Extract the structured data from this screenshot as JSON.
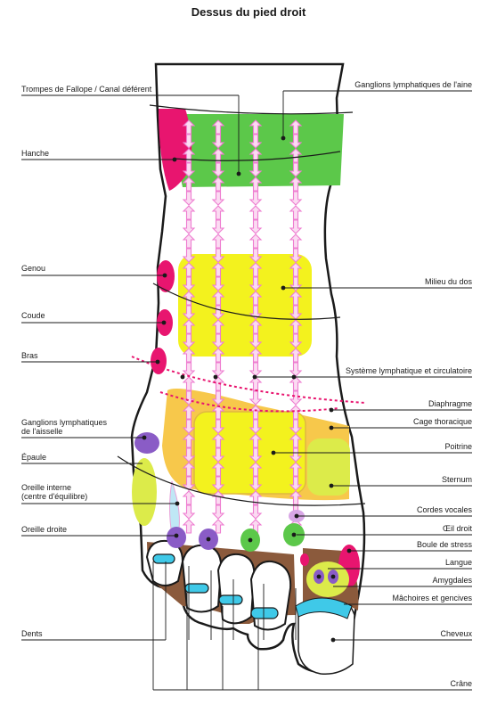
{
  "title": "Dessus du pied droit",
  "labels_left": {
    "fallope": "Trompes de Fallope / Canal déférent",
    "hanche": "Hanche",
    "genou": "Genou",
    "coude": "Coude",
    "bras": "Bras",
    "aisselle_1": "Ganglions lymphatiques",
    "aisselle_2": "de l'aisselle",
    "epaule": "Épaule",
    "oreille_interne_1": "Oreille interne",
    "oreille_interne_2": "(centre d'équilibre)",
    "oreille_droite": "Oreille droite",
    "dents": "Dents"
  },
  "labels_right": {
    "aine": "Ganglions lymphatiques de l'aine",
    "milieu_dos": "Milieu du dos",
    "lymphatique": "Système lymphatique et circulatoire",
    "diaphragme": "Diaphragme",
    "cage": "Cage thoracique",
    "poitrine": "Poitrine",
    "sternum": "Sternum",
    "cordes": "Cordes vocales",
    "oeil": "Œil droit",
    "stress": "Boule de stress",
    "langue": "Langue",
    "amygdales": "Amygdales",
    "machoires": "Mâchoires et gencives",
    "cheveux": "Cheveux",
    "crane": "Crâne"
  },
  "colors": {
    "hip": "#e8156f",
    "groin": "#5cc84a",
    "back": "#f3f21e",
    "chest_outer": "#f7c84b",
    "chest_inner": "#f3f21e",
    "sternum": "#dceb4a",
    "shoulder": "#dceb4a",
    "armpit": "#8a5cc6",
    "lymph": "#f2a6df",
    "arrow": "#ee7dd0",
    "eye": "#5cc84a",
    "teeth": "#8b5a3c",
    "hair": "#3fc9e8",
    "vocal": "#d8a6e6",
    "ear": "#8a5cc6"
  },
  "icons": [
    "arrow-icon",
    "pointer-dot-icon"
  ]
}
